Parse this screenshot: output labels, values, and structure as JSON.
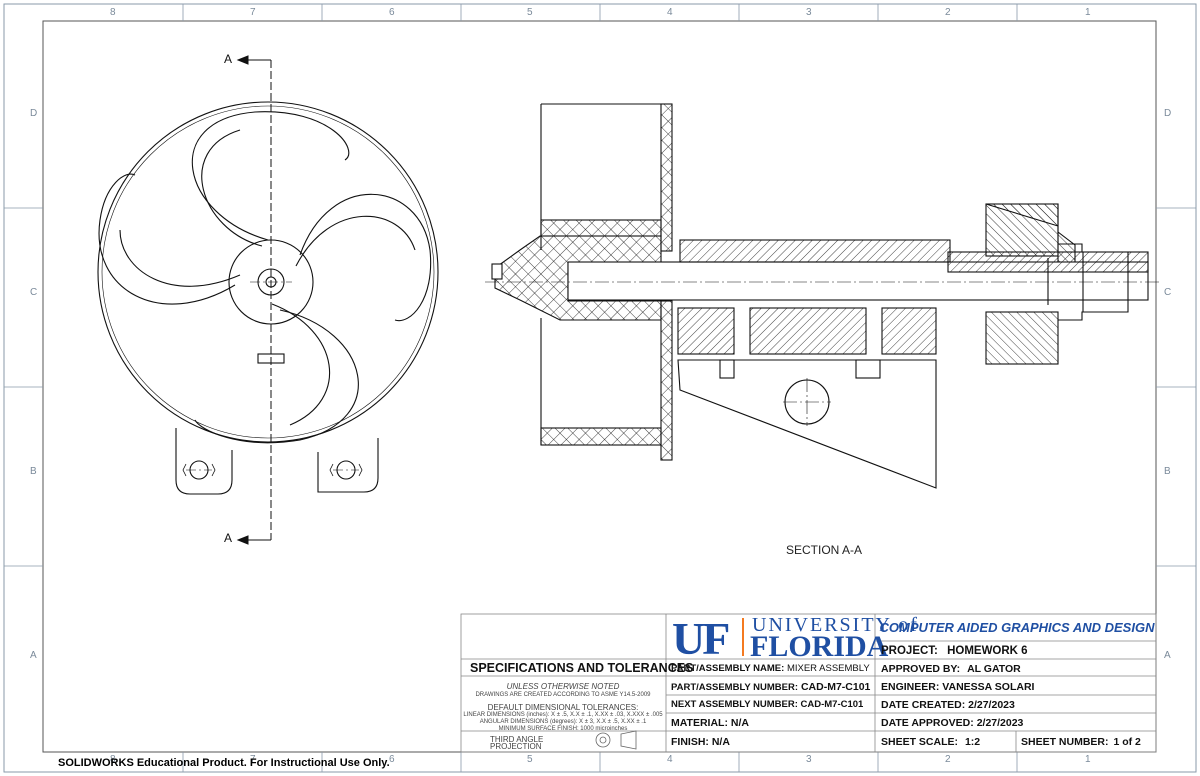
{
  "zones": {
    "columns": [
      "8",
      "7",
      "6",
      "5",
      "4",
      "3",
      "2",
      "1"
    ],
    "rows": [
      "D",
      "C",
      "B",
      "A"
    ]
  },
  "views": {
    "section_label": "SECTION A-A",
    "cut_label": "A"
  },
  "title_block": {
    "course": "COMPUTER AIDED GRAPHICS AND DESIGN",
    "logo": {
      "uf": "UF",
      "university": "UNIVERSITY of",
      "florida": "FLORIDA"
    },
    "spec_title": "SPECIFICATIONS AND TOLERANCES",
    "unless_noted": "UNLESS OTHERWISE NOTED",
    "asme_note": "DRAWINGS ARE CREATED ACCORDING TO ASME Y14.5-2009",
    "default_tol": "DEFAULT DIMENSIONAL TOLERANCES:",
    "linear_tol": "LINEAR DIMENSIONS (inches): X ± .5, X.X ± .1, X.XX ± .03, X.XXX ± .005",
    "angular_tol": "ANGULAR DIMENSIONS (degrees): X ± 3, X.X ± .5, X.XX ± .1",
    "surface_finish": "MINIMUM SURFACE FINISH: 1000 microinches",
    "projection": "THIRD ANGLE PROJECTION",
    "part_name_label": "PART/ASSEMBLY NAME:",
    "part_name": "MIXER ASSEMBLY",
    "part_number_label": "PART/ASSEMBLY NUMBER:",
    "part_number": "CAD-M7-C101",
    "next_assembly_label": "NEXT ASSEMBLY NUMBER:",
    "next_assembly": "CAD-M7-C101",
    "material_label": "MATERIAL:",
    "material": "N/A",
    "finish_label": "FINISH:",
    "finish": "N/A",
    "project_label": "PROJECT:",
    "project": "HOMEWORK 6",
    "approved_label": "APPROVED BY:",
    "approved": "AL GATOR",
    "engineer_label": "ENGINEER:",
    "engineer": "VANESSA SOLARI",
    "created_label": "DATE CREATED:",
    "created": "2/27/2023",
    "date_approved_label": "DATE APPROVED:",
    "date_approved": "2/27/2023",
    "scale_label": "SHEET SCALE:",
    "scale": "1:2",
    "sheet_label": "SHEET NUMBER:",
    "sheet": "1 of 2"
  },
  "watermark": "SOLIDWORKS Educational Product. For Instructional Use Only.",
  "colors": {
    "line": "#111111",
    "logo_blue": "#1f4fa3",
    "border": "#8a9aaa"
  }
}
